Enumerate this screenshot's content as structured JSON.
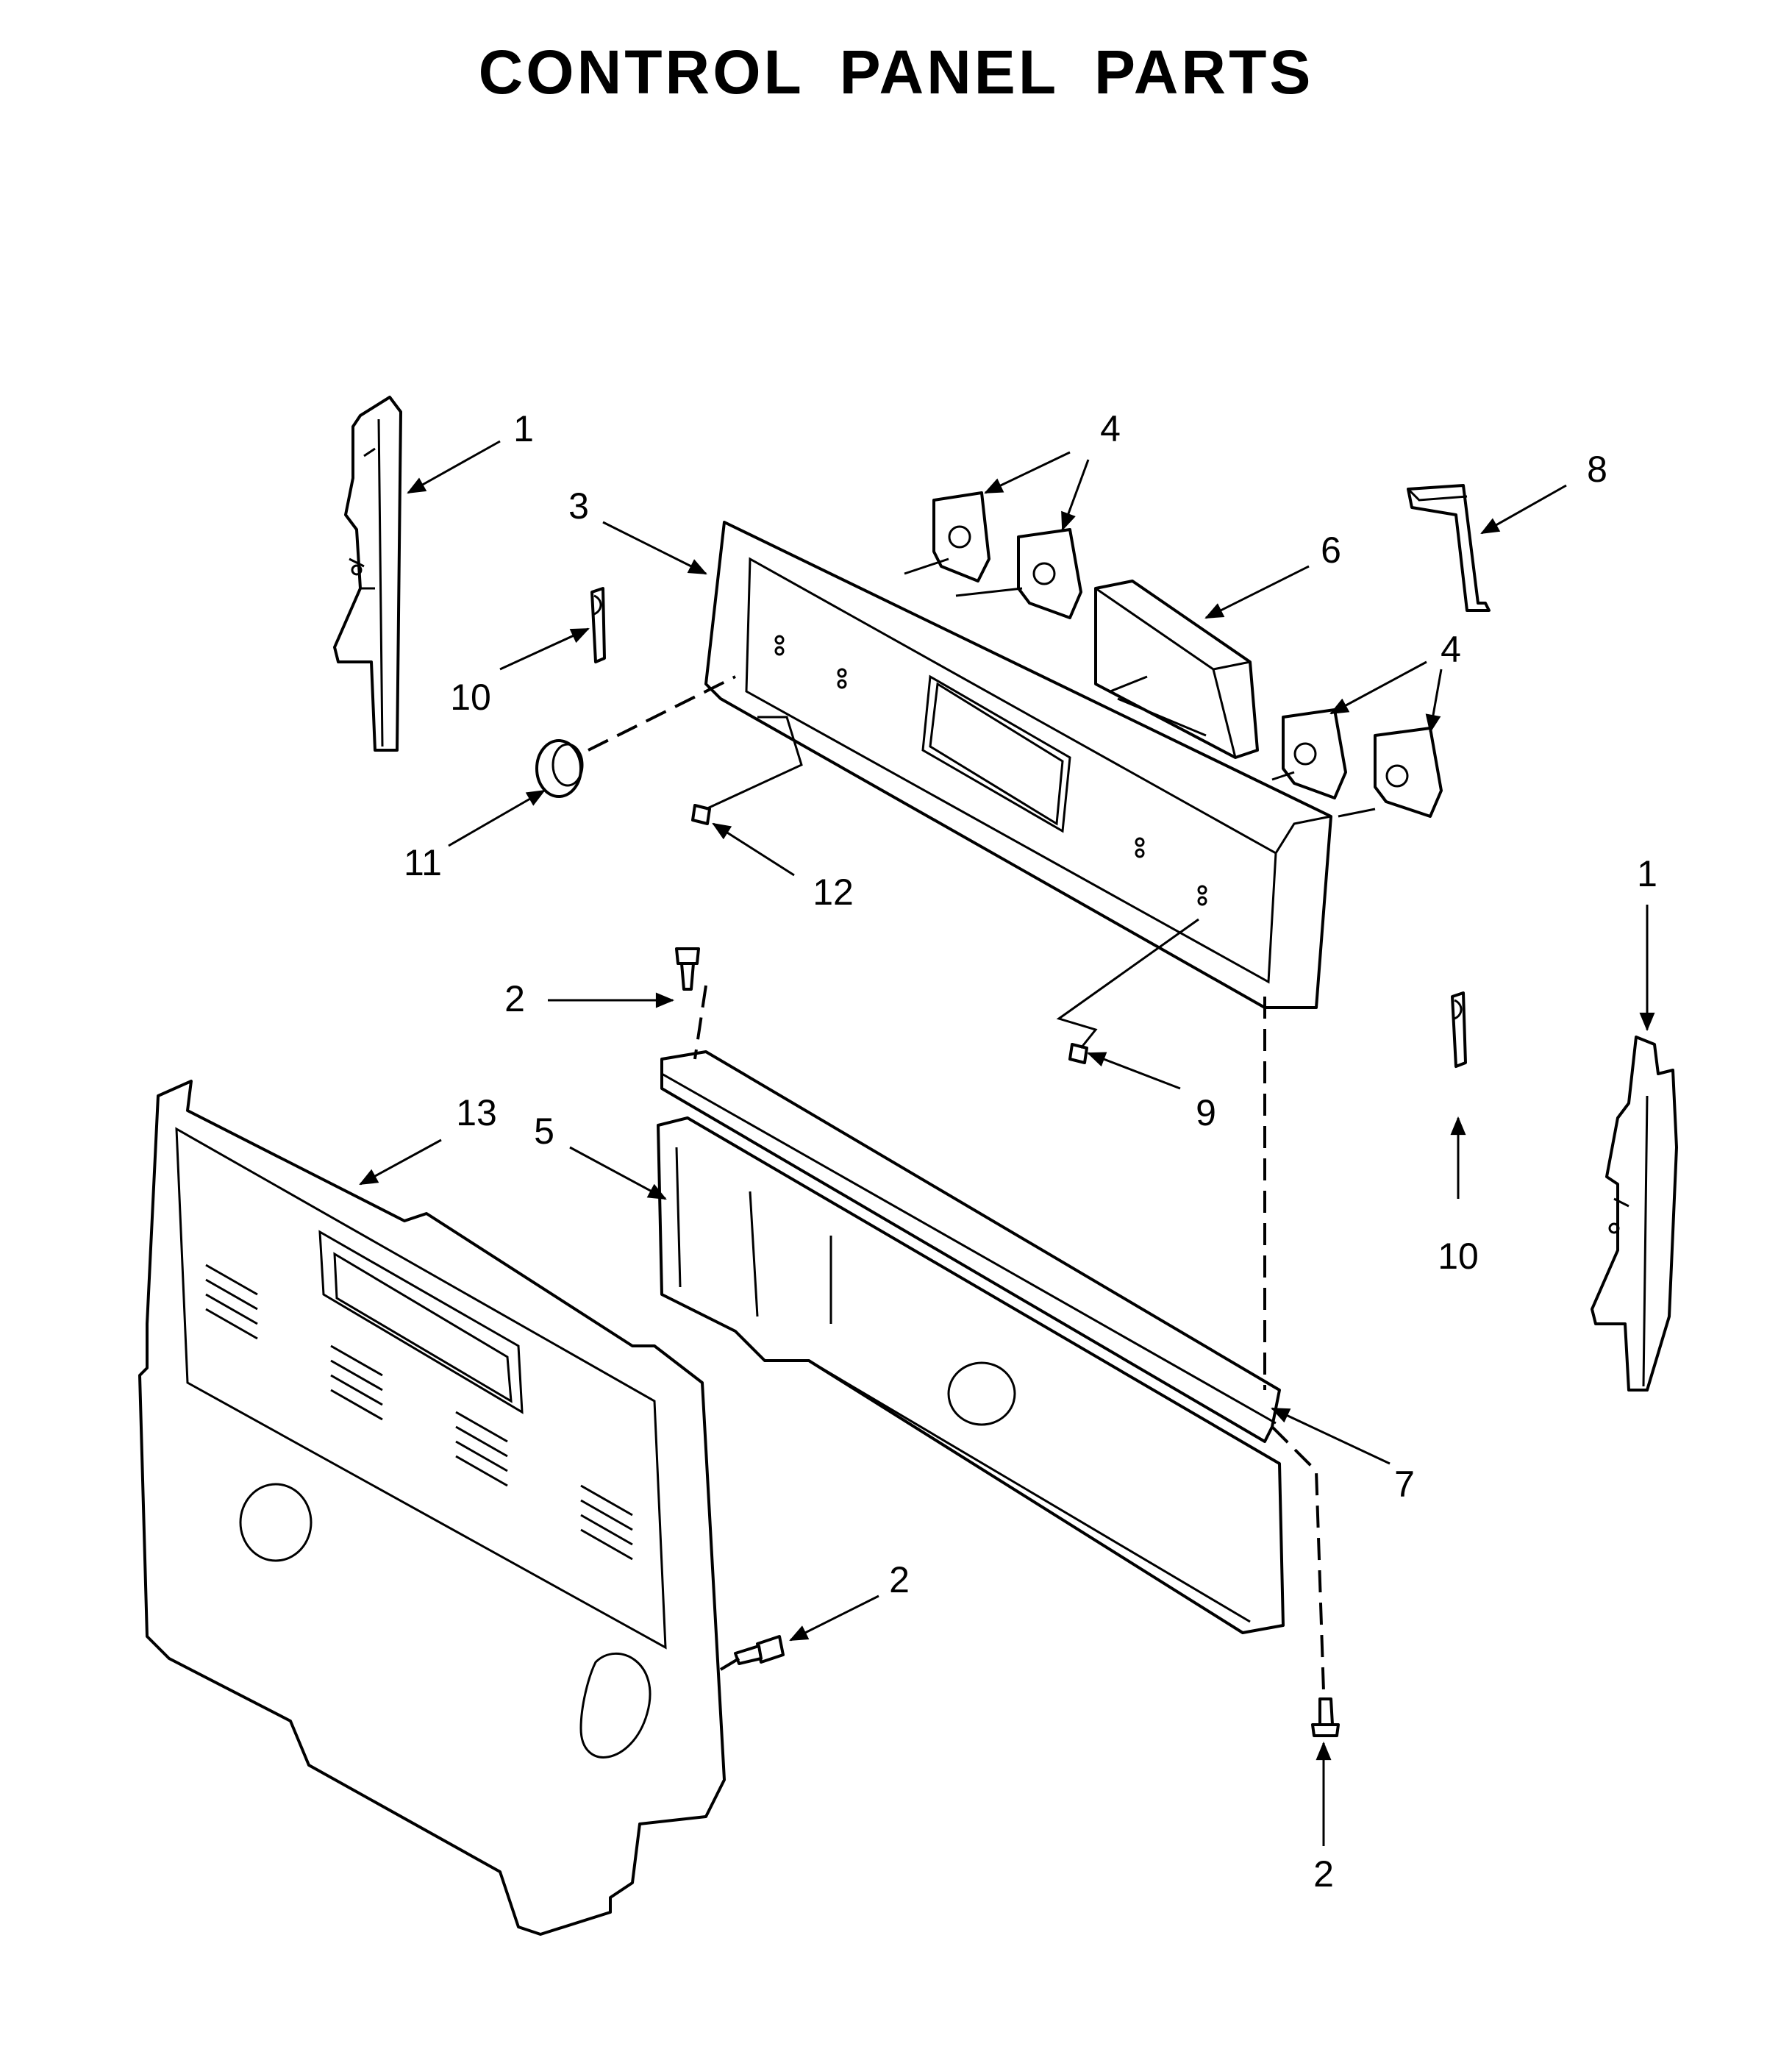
{
  "title": "CONTROL PANEL PARTS",
  "callouts": [
    {
      "id": "c1a",
      "label": "1"
    },
    {
      "id": "c3",
      "label": "3"
    },
    {
      "id": "c4a",
      "label": "4"
    },
    {
      "id": "c8",
      "label": "8"
    },
    {
      "id": "c6",
      "label": "6"
    },
    {
      "id": "c4b",
      "label": "4"
    },
    {
      "id": "c10a",
      "label": "10"
    },
    {
      "id": "c11",
      "label": "11"
    },
    {
      "id": "c12",
      "label": "12"
    },
    {
      "id": "c1b",
      "label": "1"
    },
    {
      "id": "c2a",
      "label": "2"
    },
    {
      "id": "c9",
      "label": "9"
    },
    {
      "id": "c13",
      "label": "13"
    },
    {
      "id": "c5",
      "label": "5"
    },
    {
      "id": "c10b",
      "label": "10"
    },
    {
      "id": "c7",
      "label": "7"
    },
    {
      "id": "c2b",
      "label": "2"
    },
    {
      "id": "c2c",
      "label": "2"
    }
  ]
}
